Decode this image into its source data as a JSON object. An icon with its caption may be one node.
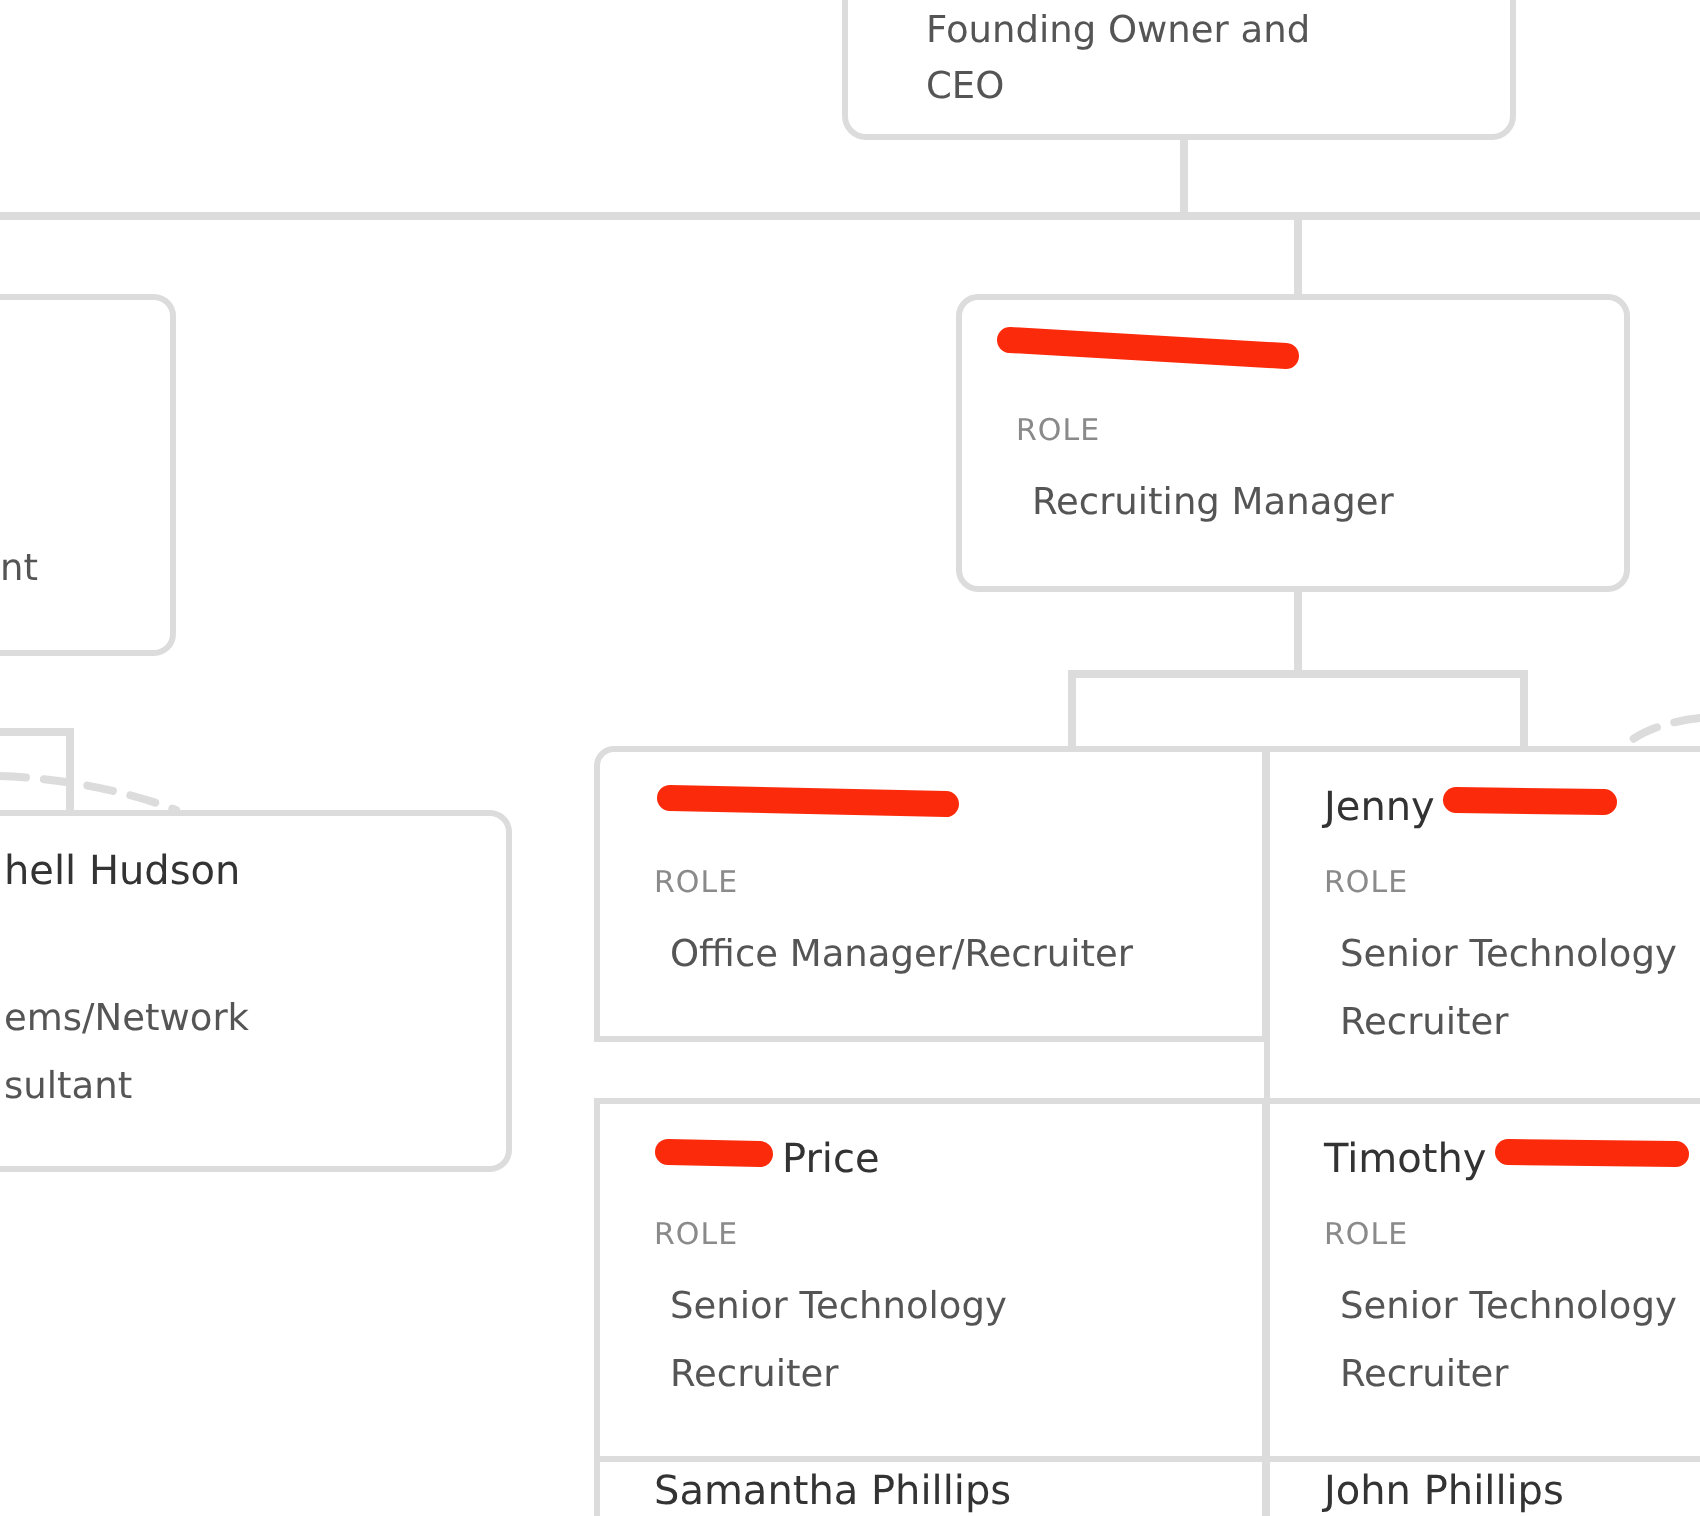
{
  "diagram": {
    "nodes": [
      {
        "text": [
          "Founding Owner and CEO"
        ]
      },
      {
        "text": [
          "nt"
        ]
      },
      {
        "text": [
          "ROLE",
          "Recruiting Manager"
        ]
      },
      {
        "text": [
          "hell Hudson",
          "ems/Network sultant"
        ]
      },
      {
        "text": [
          "ROLE",
          "Office Manager/Recruiter"
        ]
      },
      {
        "text": [
          "Jenny",
          "ROLE",
          "Senior Technology Recruiter"
        ]
      },
      {
        "text": [
          "Price",
          "ROLE",
          "Senior Technology Recruiter"
        ]
      },
      {
        "text": [
          "Timothy",
          "ROLE",
          "Senior Technology Recruiter"
        ]
      },
      {
        "text": [
          "Samantha Phillips"
        ]
      },
      {
        "text": [
          "John Phillips"
        ]
      }
    ],
    "edges": [
      {
        "from": 0,
        "to": 2,
        "arrow": "none"
      },
      {
        "from": 0,
        "to": null,
        "arrow": "none"
      },
      {
        "from": 0,
        "to": null,
        "arrow": "none"
      },
      {
        "from": null,
        "to": 3,
        "arrow": "none"
      },
      {
        "from": null,
        "to": 3,
        "arrow": "none",
        "style": "dashed"
      },
      {
        "from": 2,
        "to": 4,
        "arrow": "none"
      },
      {
        "from": 2,
        "to": 5,
        "arrow": "none"
      },
      {
        "from": null,
        "to": 5,
        "arrow": "none",
        "style": "dashed"
      }
    ]
  }
}
